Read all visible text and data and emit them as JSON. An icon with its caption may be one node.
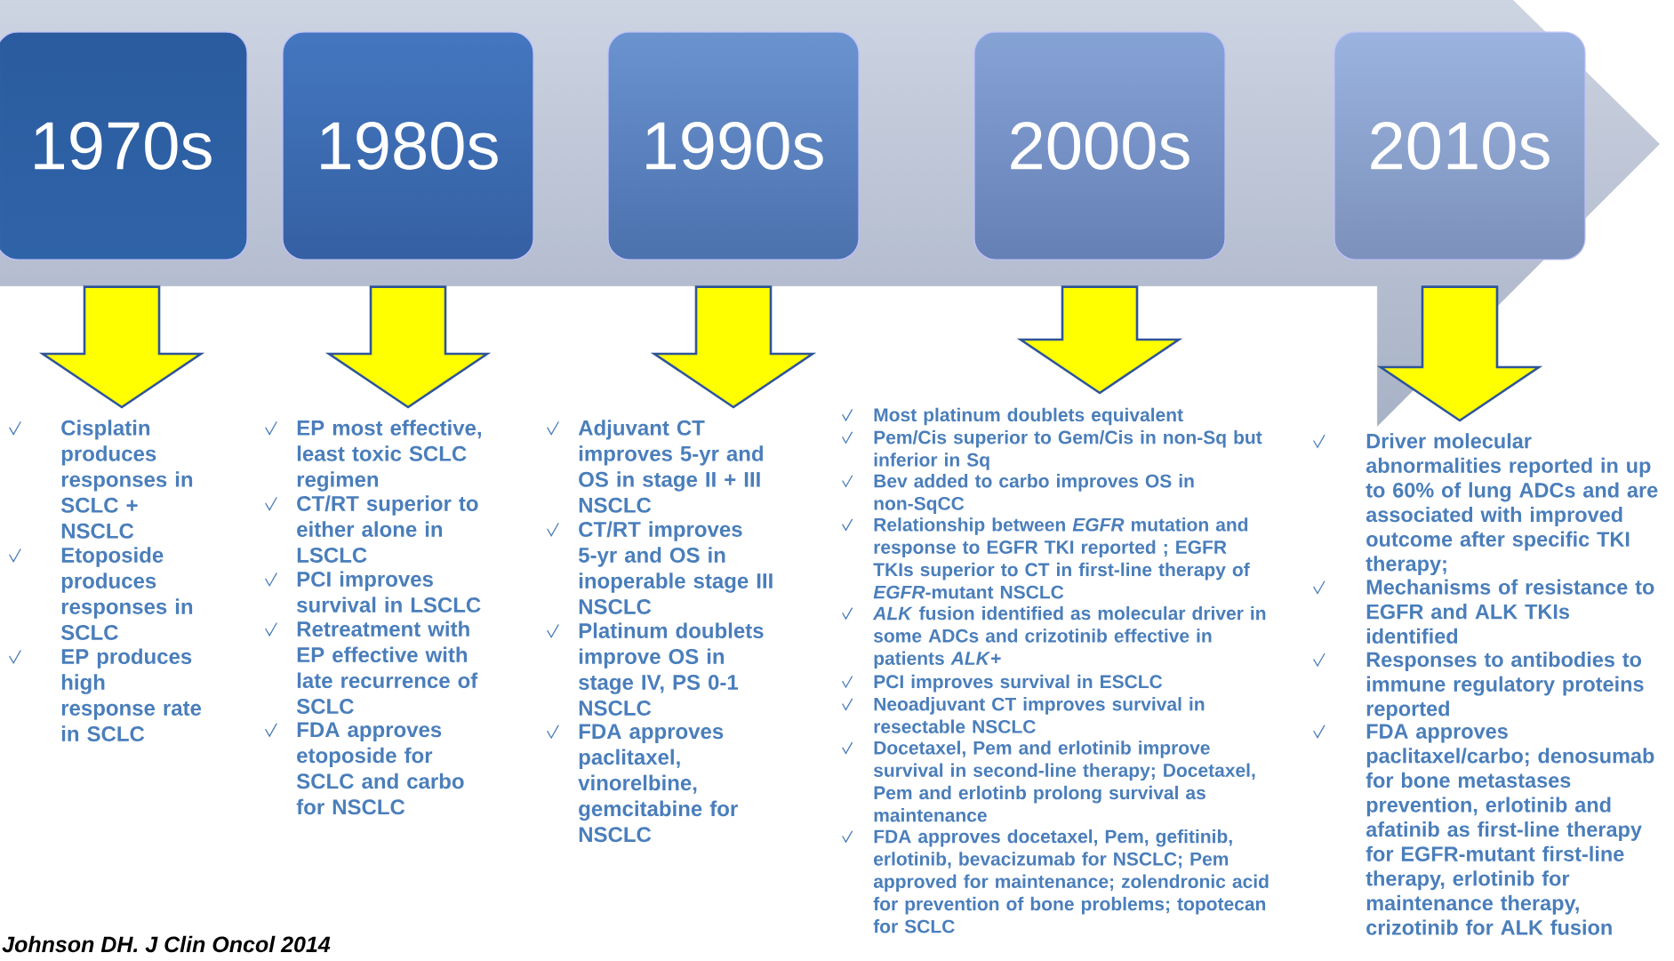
{
  "diagram": {
    "nodes": [
      {
        "text": [
          "1970s"
        ]
      },
      {
        "text": [
          "1980s"
        ]
      },
      {
        "text": [
          "1990s"
        ]
      },
      {
        "text": [
          "2000s"
        ]
      },
      {
        "text": [
          "2010s"
        ]
      },
      {
        "text": [
          "Cisplatin produces responses in SCLC + NSCLC",
          "Etoposide produces responses in SCLC",
          "EP produces high response rate in SCLC"
        ]
      },
      {
        "text": [
          "EP most effective, least toxic SCLC regimen",
          "CT/RT superior to either alone in LSCLC",
          "PCI improves survival in LSCLC",
          "Retreatment with EP effective with late recurrence of SCLC",
          "FDA approves etoposide for SCLC and carbo for NSCLC"
        ]
      },
      {
        "text": [
          "Adjuvant CT improves 5-yr and OS in stage II + III NSCLC",
          "CT/RT improves 5-yr and OS in inoperable stage III NSCLC",
          "Platinum doublets improve OS in stage IV, PS 0-1 NSCLC",
          "FDA approves paclitaxel, vinorelbine, gemcitabine for NSCLC"
        ]
      },
      {
        "text": [
          "Most platinum doublets equivalent",
          "Pem/Cis superior to Gem/Cis in non-Sq but inferior in Sq",
          "Bev added to carbo improves OS in non-SqCC",
          "Relationship between *EGFR* mutation and response to EGFR TKI reported ; EGFR TKIs superior to CT in first-line therapy of *EGFR*-mutant NSCLC",
          "*ALK* fusion identified as molecular driver in some ADCs and crizotinib effective in patients *ALK*+",
          "PCI improves survival in ESCLC",
          "Neoadjuvant CT improves survival in resectable NSCLC",
          "Docetaxel, Pem and erlotinib improve survival in second-line therapy; Docetaxel, Pem and erlotinb prolong survival as maintenance",
          "FDA approves docetaxel, Pem, gefitinib, erlotinib, bevacizumab for NSCLC; Pem approved for maintenance; zolendronic acid for prevention of bone problems; topotecan for SCLC"
        ]
      },
      {
        "text": [
          "Driver molecular abnormalities reported in up to 60% of lung ADCs and are associated with improved outcome after specific TKI therapy;",
          "Mechanisms of resistance to EGFR and ALK TKIs identified",
          "Responses to antibodies to immune regulatory proteins reported",
          "FDA approves paclitaxel/carbo; denosumab for bone metastases prevention, erlotinib and afatinib as first-line therapy for EGFR-mutant first-line therapy, erlotinib for maintenance therapy, crizotinib for ALK fusion"
        ]
      }
    ],
    "edges": [
      {
        "from": 0,
        "to": 5,
        "arrow": "to"
      },
      {
        "from": 1,
        "to": 6,
        "arrow": "to"
      },
      {
        "from": 2,
        "to": 7,
        "arrow": "to"
      },
      {
        "from": 3,
        "to": 8,
        "arrow": "to"
      },
      {
        "from": 4,
        "to": 9,
        "arrow": "to"
      }
    ],
    "labels": [
      "Johnson DH.  J Clin Oncol 2014"
    ]
  }
}
